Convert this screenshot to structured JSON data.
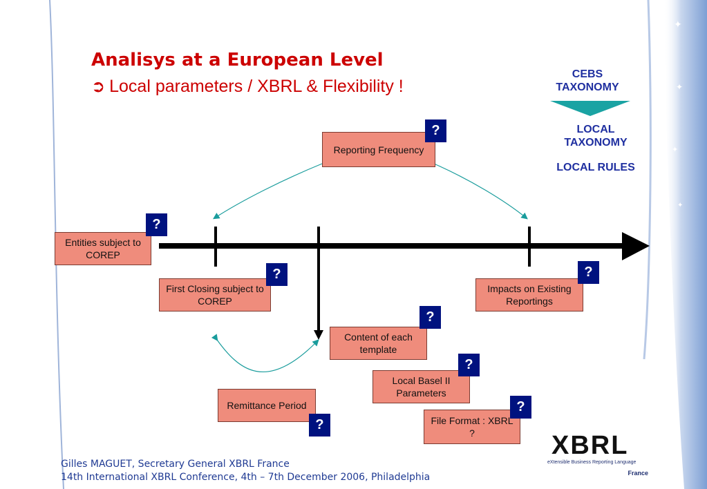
{
  "slide": {
    "title": "Analisys at a European Level",
    "subtitle_arrow": "➲",
    "subtitle": "Local parameters / XBRL & Flexibility !"
  },
  "side": {
    "cebs": "CEBS\nTAXONOMY",
    "local_taxonomy": "LOCAL\nTAXONOMY",
    "local_rules": "LOCAL RULES"
  },
  "boxes": {
    "reporting_frequency": "Reporting Frequency",
    "entities": "Entities subject to COREP",
    "first_closing": "First Closing subject to COREP",
    "impacts": "Impacts on Existing Reportings",
    "content": "Content of each template",
    "basel": "Local Basel II Parameters",
    "remittance": "Remittance Period",
    "file_format": "File Format : XBRL ?"
  },
  "question_mark": "?",
  "footer": {
    "line1": "Gilles MAGUET, Secretary General XBRL France",
    "line2": "14th International XBRL Conference, 4th – 7th December 2006, Philadelphia"
  },
  "logo": {
    "main": "XBRL",
    "tagline": "eXtensible Business Reporting Language",
    "country": "France"
  },
  "colors": {
    "title": "#cc0000",
    "box_fill": "#ef8c7c",
    "question_fill": "#00127f",
    "connector": "#199c9c",
    "side_text": "#1f2fa0"
  }
}
